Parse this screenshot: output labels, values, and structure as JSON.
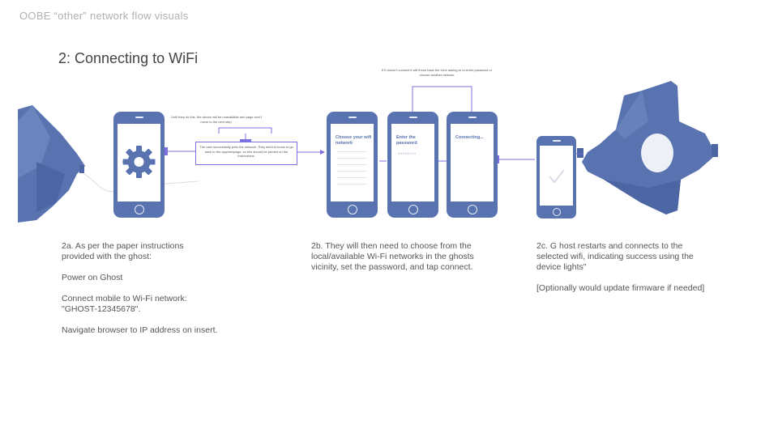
{
  "doc_title": "OOBE “other” network flow visuals",
  "slide_heading": "2: Connecting to WiFi",
  "notes": {
    "step_one_above": "Until they do this, the device will be unavailable and page won’t move to the next step.",
    "step_one_box": "The user successfully joins the network. They need to know to go back to the app/webpage, so this should be printed on the instructions.",
    "retry_above": "If it doesn’t connect it will throw back the error asking to re-enter password or choose another network"
  },
  "phones": {
    "choose_title": "Choose your wifi network",
    "password_title": "Enter the password",
    "password_mask": "********",
    "connecting_title": "Connecting..."
  },
  "captions": {
    "step_2a": [
      "2a. As per the paper instructions\nprovided with the ghost:",
      "Power on Ghost",
      "Connect mobile to Wi-Fi network:\n\"GHOST-12345678\".",
      "Navigate browser to IP address on insert."
    ],
    "step_2b": "2b. They will then need to choose from the local/available Wi-Fi networks in the ghosts vicinity, set the password, and tap connect.",
    "step_2c": [
      "2c. G host restarts and connects to the selected wifi, indicating success using the device lights\"",
      "[Optionally would update firmware if needed]"
    ]
  },
  "colors": {
    "device_blue": "#5873b0",
    "device_blue_dark": "#4c66a4",
    "flow_arrow": "#7c6fe0",
    "heading_gray": "#b0b0b0"
  },
  "icons": {
    "gear": "gear-icon",
    "checkmark": "checkmark-icon",
    "device": "ghost-device-icon"
  }
}
